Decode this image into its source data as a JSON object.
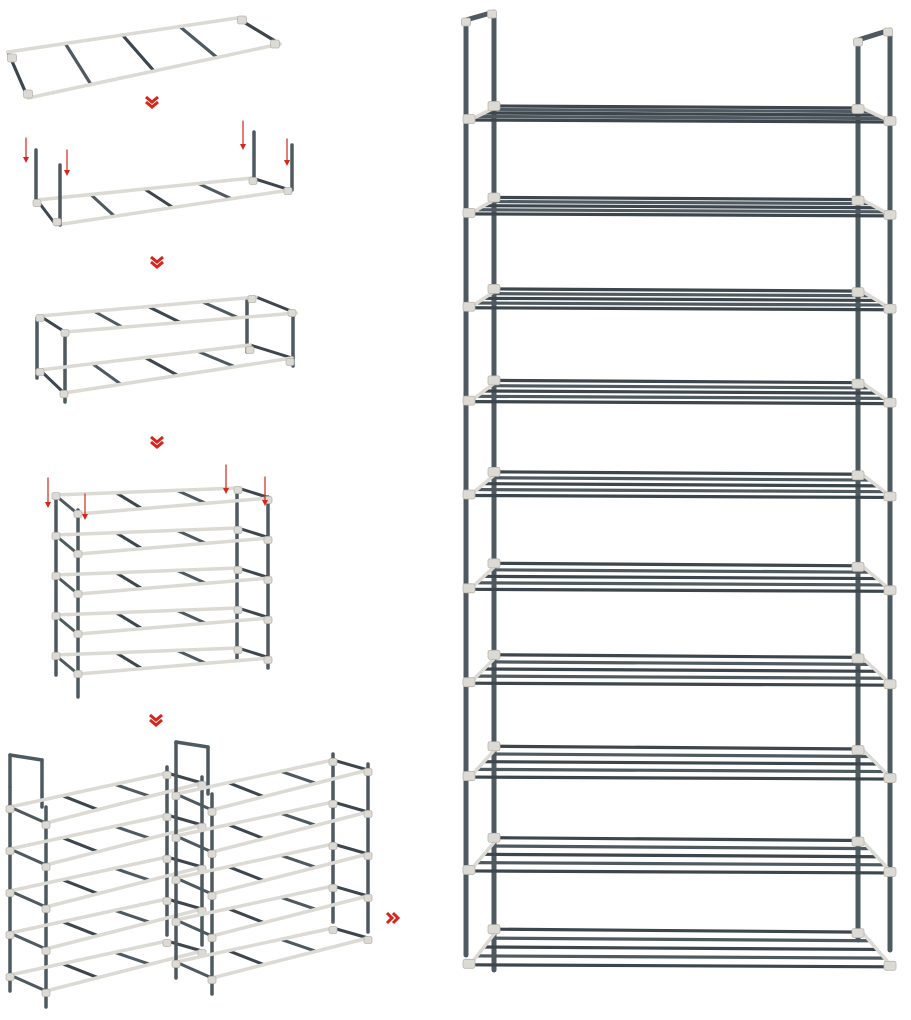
{
  "colors": {
    "rod": "#4f5960",
    "rod_dark": "#3d464c",
    "connector": "#dcdad4",
    "connector_edge": "#b9b6ae",
    "arrow": "#d6251c",
    "background": "#ffffff"
  },
  "steps": [
    {
      "name": "single-shelf",
      "tiers": 1,
      "posts": "none"
    },
    {
      "name": "insert-posts",
      "tiers": 1,
      "posts": "loose",
      "down_arrows": 4
    },
    {
      "name": "two-tier-rack",
      "tiers": 2,
      "posts": "joined"
    },
    {
      "name": "five-tier-rack",
      "tiers": 5,
      "posts": "joined",
      "down_arrows": 4
    },
    {
      "name": "two-five-tier-racks",
      "tiers": 5,
      "units": 2
    }
  ],
  "final_rack": {
    "tiers": 10,
    "icon": "ten-tier-shoe-rack"
  },
  "indicators": {
    "down": "chevron-double-down-icon",
    "right": "chevron-double-right-icon"
  }
}
